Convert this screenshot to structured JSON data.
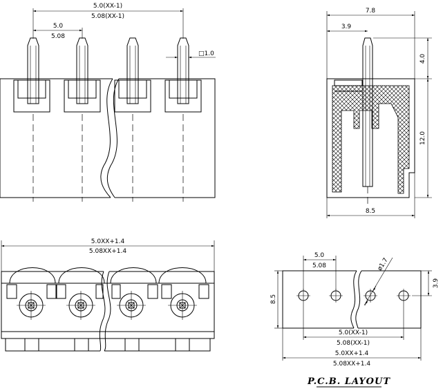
{
  "front_view": {
    "dim_total_line1": "5.0(XX-1)",
    "dim_total_line2": "5.08(XX-1)",
    "dim_pitch_line1": "5.0",
    "dim_pitch_line2": "5.08",
    "dim_pin_square": "□1.0"
  },
  "side_view": {
    "dim_width_top": "7.8",
    "dim_pin_offset": "3.9",
    "dim_pin_protrusion": "4.0",
    "dim_body_height": "12.0",
    "dim_base_width": "8.5"
  },
  "top_view": {
    "dim_length_line1": "5.0XX+1.4",
    "dim_length_line2": "5.08XX+1.4"
  },
  "pcb_layout": {
    "title": "P.C.B. LAYOUT",
    "dim_pitch_line1": "5.0",
    "dim_pitch_line2": "5.08",
    "dim_hole": "ø1.7",
    "dim_height": "8.5",
    "dim_hole_offset": "3.9",
    "dim_span_line1": "5.0(XX-1)",
    "dim_span_line2": "5.08(XX-1)",
    "dim_length_line1": "5.0XX+1.4",
    "dim_length_line2": "5.08XX+1.4"
  }
}
